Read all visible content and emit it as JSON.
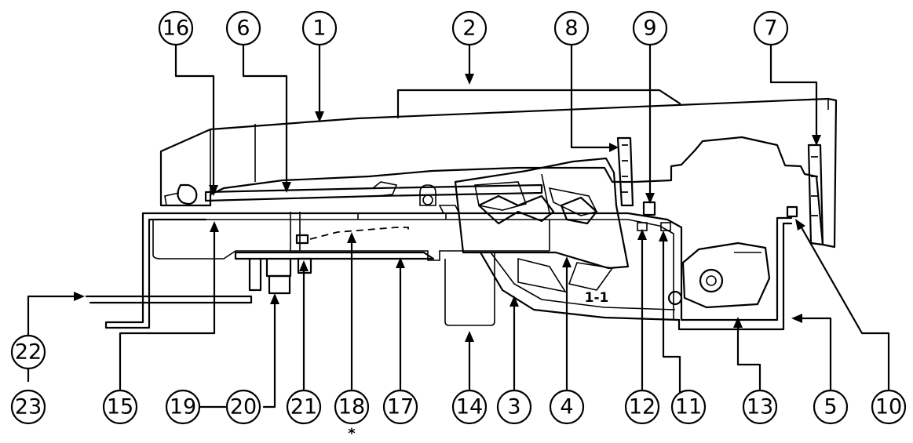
{
  "callouts": [
    {
      "id": "16",
      "label": "16"
    },
    {
      "id": "6",
      "label": "6"
    },
    {
      "id": "1",
      "label": "1"
    },
    {
      "id": "2",
      "label": "2"
    },
    {
      "id": "8",
      "label": "8"
    },
    {
      "id": "9",
      "label": "9"
    },
    {
      "id": "7",
      "label": "7"
    },
    {
      "id": "22",
      "label": "22"
    },
    {
      "id": "23",
      "label": "23"
    },
    {
      "id": "15",
      "label": "15"
    },
    {
      "id": "19",
      "label": "19"
    },
    {
      "id": "20",
      "label": "20"
    },
    {
      "id": "21",
      "label": "21"
    },
    {
      "id": "18",
      "label": "18"
    },
    {
      "id": "17",
      "label": "17"
    },
    {
      "id": "14",
      "label": "14"
    },
    {
      "id": "3",
      "label": "3"
    },
    {
      "id": "4",
      "label": "4"
    },
    {
      "id": "12",
      "label": "12"
    },
    {
      "id": "11",
      "label": "11"
    },
    {
      "id": "13",
      "label": "13"
    },
    {
      "id": "5",
      "label": "5"
    },
    {
      "id": "10",
      "label": "10"
    }
  ],
  "part_label": "1-1",
  "note_mark": "*",
  "colors": {
    "line": "#000000",
    "background": "#ffffff"
  }
}
